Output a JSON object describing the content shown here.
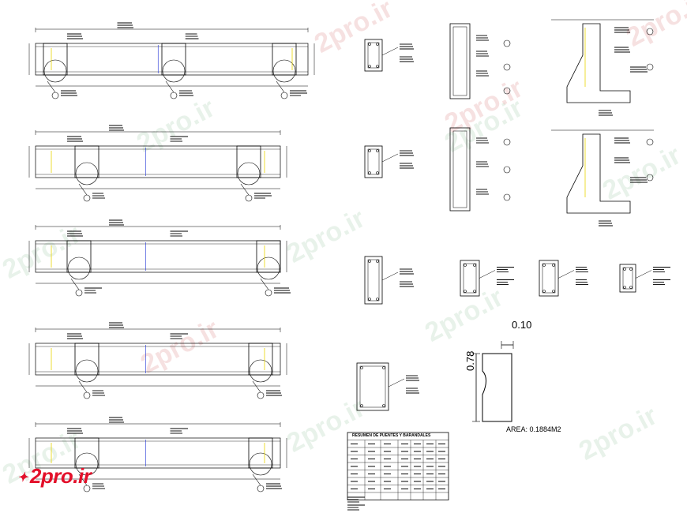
{
  "watermark": {
    "text": "2pro.ir",
    "logo_text": "2pro.ir",
    "colors": {
      "green": "#cfe6d2",
      "red": "#f1c6c6",
      "logo": "#e3102a"
    }
  },
  "section_detail": {
    "top_dimension": "0.10",
    "height_dimension": "0.78",
    "area_label": "AREA: 0.1884M2"
  },
  "schedule_table": {
    "title": "RESUMEN DE PUENTES Y BARANDALES"
  },
  "colors": {
    "line": "#000000",
    "accent_yellow": "#e8d600",
    "accent_blue": "#1b2fd6",
    "paper": "#ffffff"
  }
}
